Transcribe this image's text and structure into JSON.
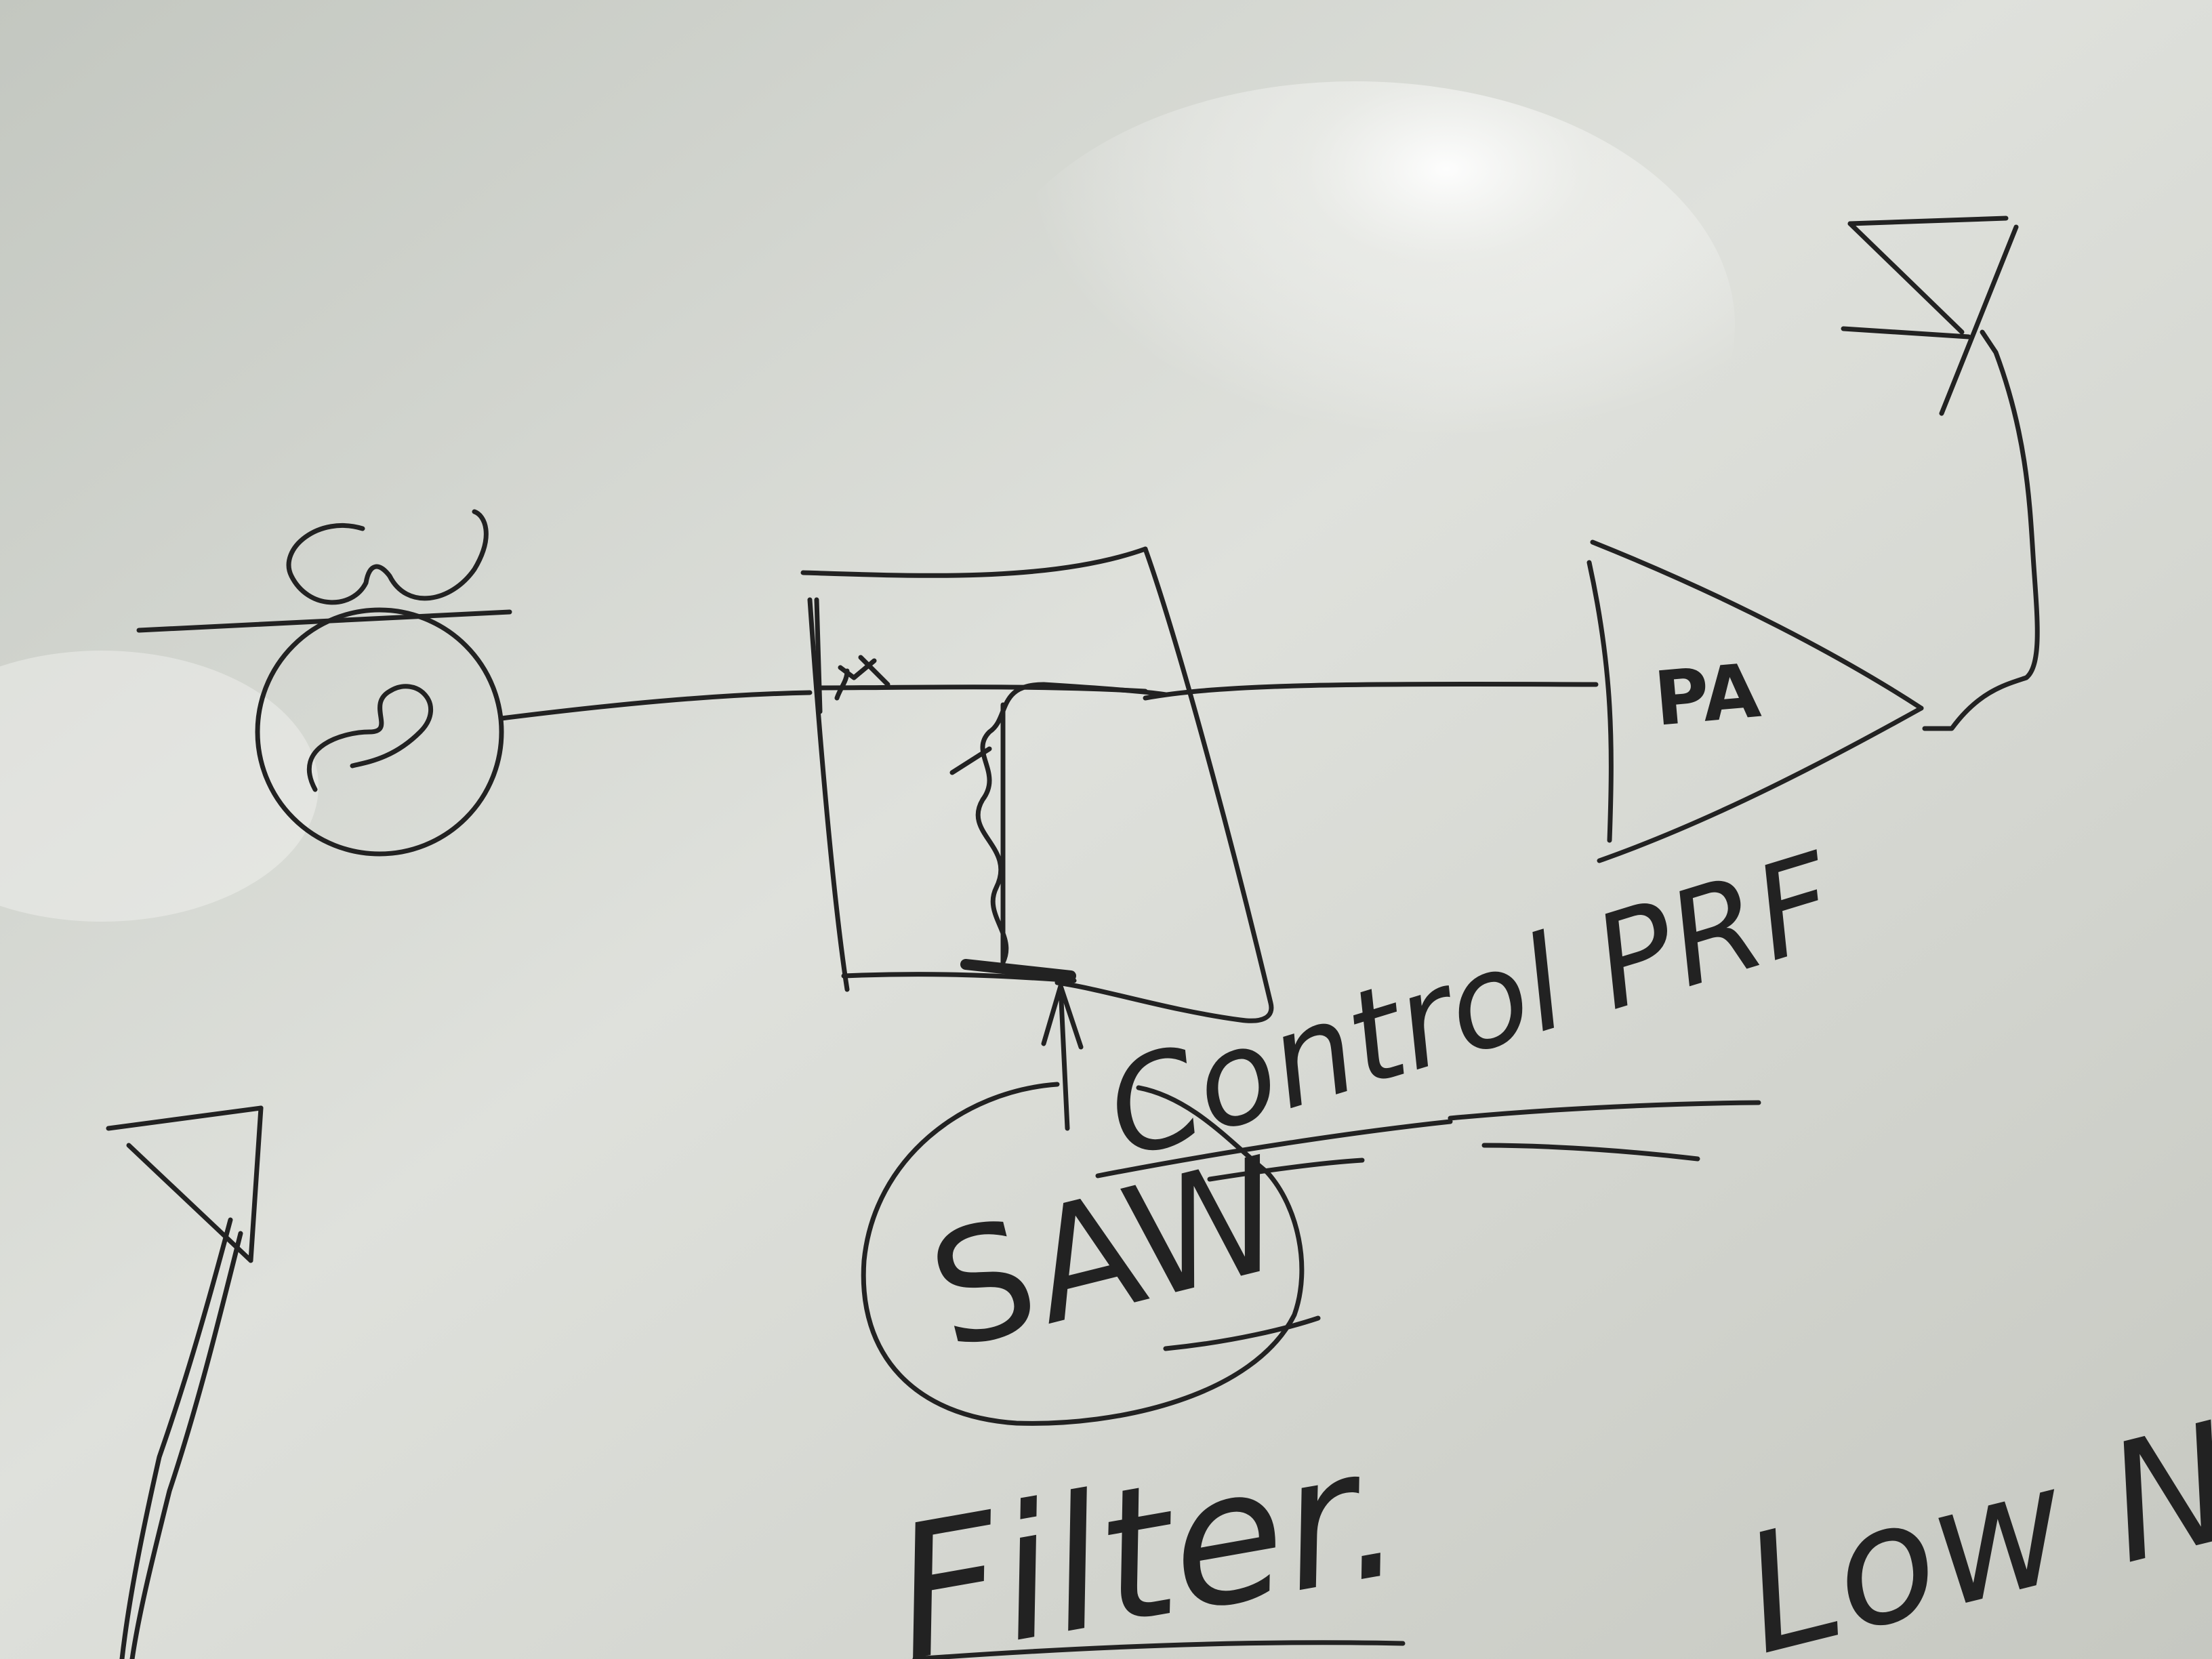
{
  "colors": {
    "board_light": "#eef0ec",
    "board_mid": "#d3d6d0",
    "board_dark": "#b9bdb6",
    "marker": "#222222"
  },
  "diagram": {
    "source": {
      "icon": "ac-source-circle-with-sine-wave",
      "label": "ω"
    },
    "switch_block": {
      "icon": "rectangle-with-internal-switch",
      "terminal_mark": "X"
    },
    "amplifier": {
      "icon": "triangle-amplifier",
      "label": "PA"
    },
    "output_antenna": {
      "icon": "antenna-symbol"
    },
    "input_antenna": {
      "icon": "antenna-symbol"
    },
    "saw": {
      "icon": "circled-blob",
      "label": "SAW"
    },
    "control_label": "Control PRF",
    "bottom_texts": {
      "filter": "Filter.",
      "low_noise": "Low Noi"
    }
  }
}
